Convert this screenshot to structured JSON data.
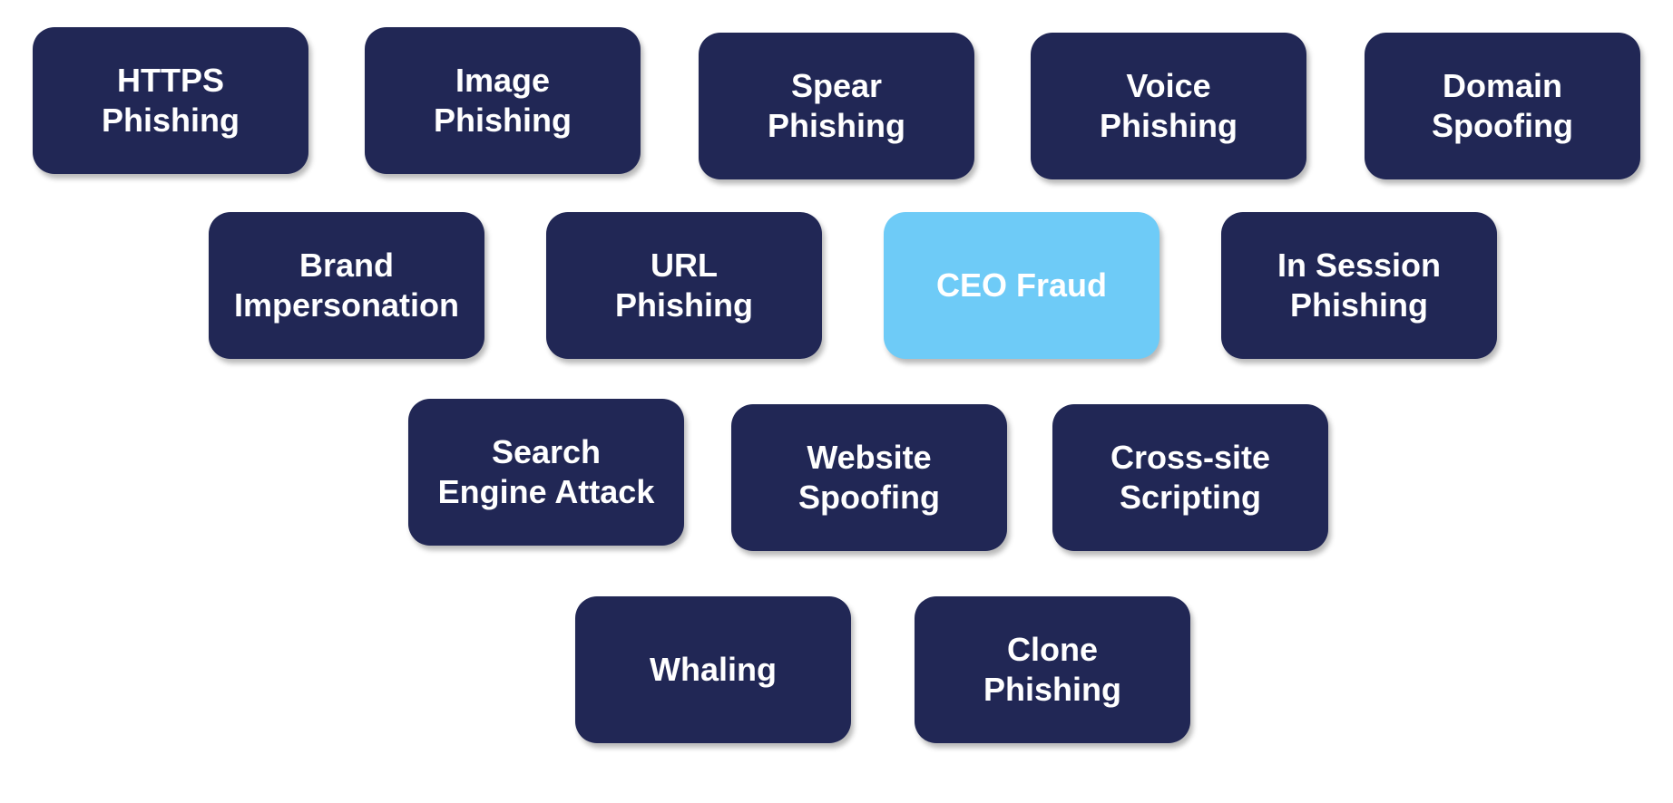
{
  "colors": {
    "tile": "#212755",
    "tile_highlight": "#6ecbf7",
    "text": "#ffffff",
    "background": "#ffffff"
  },
  "tiles": [
    {
      "lines": [
        "HTTPS",
        "Phishing"
      ],
      "highlighted": false
    },
    {
      "lines": [
        "Image",
        "Phishing"
      ],
      "highlighted": false
    },
    {
      "lines": [
        "Spear",
        "Phishing"
      ],
      "highlighted": false
    },
    {
      "lines": [
        "Voice",
        "Phishing"
      ],
      "highlighted": false
    },
    {
      "lines": [
        "Domain",
        "Spoofing"
      ],
      "highlighted": false
    },
    {
      "lines": [
        "Brand",
        "Impersonation"
      ],
      "highlighted": false
    },
    {
      "lines": [
        "URL",
        "Phishing"
      ],
      "highlighted": false
    },
    {
      "lines": [
        "CEO Fraud"
      ],
      "highlighted": true
    },
    {
      "lines": [
        "In Session",
        "Phishing"
      ],
      "highlighted": false
    },
    {
      "lines": [
        "Search",
        "Engine Attack"
      ],
      "highlighted": false
    },
    {
      "lines": [
        "Website",
        "Spoofing"
      ],
      "highlighted": false
    },
    {
      "lines": [
        "Cross-site",
        "Scripting"
      ],
      "highlighted": false
    },
    {
      "lines": [
        "Whaling"
      ],
      "highlighted": false
    },
    {
      "lines": [
        "Clone",
        "Phishing"
      ],
      "highlighted": false
    }
  ]
}
